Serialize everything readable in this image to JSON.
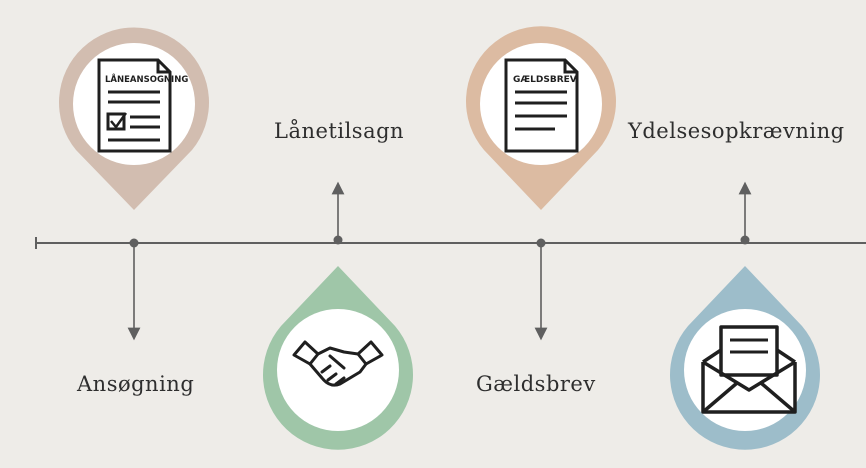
{
  "steps": [
    {
      "label": "Ansøgning",
      "doc_title": "LÅNEANSOGNING",
      "icon": "loan-application-document-icon",
      "color": "#d2bdb0"
    },
    {
      "label": "Lånetilsagn",
      "icon": "handshake-icon",
      "color": "#9fc6a8"
    },
    {
      "label": "Gældsbrev",
      "doc_title": "GÆLDSBREV",
      "icon": "debt-letter-document-icon",
      "color": "#dcbba2"
    },
    {
      "label": "Ydelsesopkrævning",
      "icon": "envelope-letter-icon",
      "color": "#9dbdca"
    }
  ],
  "colors": {
    "background": "#eeece8",
    "line": "#5f5f5f",
    "icon": "#1f1f1f"
  }
}
